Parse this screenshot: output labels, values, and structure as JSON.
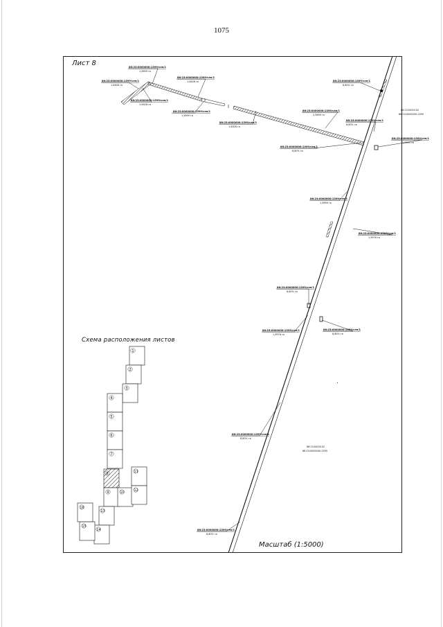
{
  "page_number": "1075",
  "sheet_title": "Лист 8",
  "scheme_title": "Схема расположения листов",
  "scale_label": "Масштаб (1:5000)",
  "callouts": [
    {
      "line1": "86:23:0000000:1399/чзп/1",
      "line2": "1,5699 га"
    },
    {
      "line1": "86:23:0000000:1399/чзп/1",
      "line2": "1:4628 га"
    },
    {
      "line1": "86:23:0000000:1399/чзп/1",
      "line2": "1:4628 га"
    },
    {
      "line1": "86:23:0000000:1399/чзп/1",
      "line2": "1,5699 га"
    },
    {
      "line1": "86:23:0000000:1399/чзп/1",
      "line2": "1:4628 га"
    },
    {
      "line1": "86:23:0000000:1399/чзп/1",
      "line2": "1:4628 га"
    },
    {
      "line1": "86:23:0000000:1399/чзп/1",
      "line2": "8,80% га"
    },
    {
      "line1": "86:23:0000000:1399/чзп/1",
      "line2": "2,5699 га"
    },
    {
      "line1": "86:23:0000000:1399/чзп/1",
      "line2": "8,80% га"
    },
    {
      "line1": "86:23:0000000:1399/чзп/1",
      "line2": "2,5699 га"
    },
    {
      "line1": "86:23:0000000:1399/чзп/1",
      "line2": "8,80% га"
    },
    {
      "line1": "86:23:0000000:1399/чзп/1",
      "line2": "1,5699 га"
    },
    {
      "line1": "86:23:0000000:1399/чзп/1",
      "line2": "1,9976 га"
    },
    {
      "line1": "86:23:0000000:1399/чзп/1",
      "line2": "8,80% га"
    },
    {
      "line1": "86:23:0000000:1399/чзп/1",
      "line2": "1,9976 га"
    },
    {
      "line1": "86:23:0000000:1399/чзп/1",
      "line2": "8,80% га"
    },
    {
      "line1": "86:23:0000000:1399/чзп/1",
      "line2": "8,80% га"
    }
  ],
  "parcel_labels": [
    {
      "line1": "86:23:0029102",
      "line2": "86:23:0000000:1399"
    },
    {
      "line1": "86:23:0029102",
      "line2": "86:23:0000000:1399"
    }
  ],
  "sheet_numbers": [
    "1",
    "2",
    "3",
    "4",
    "5",
    "6",
    "7",
    "8",
    "9",
    "10",
    "11",
    "12",
    "13",
    "14",
    "15",
    "16"
  ]
}
